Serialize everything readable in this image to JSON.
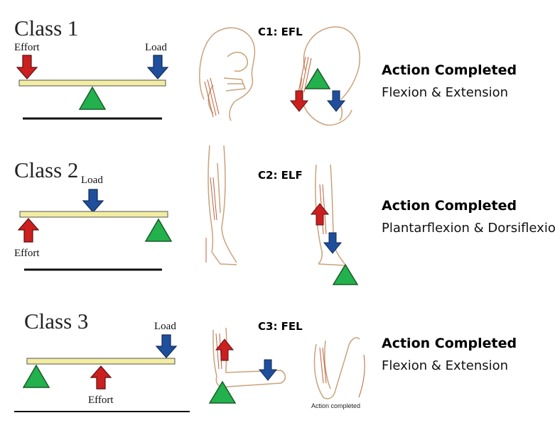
{
  "rows": [
    {
      "class_label": "Class 1",
      "left_label": "Effort",
      "right_label": "Load",
      "code": "C1: EFL",
      "action_title": "Action Completed",
      "action_desc": "Flexion & Extension"
    },
    {
      "class_label": "Class 2",
      "top_label": "Load",
      "bottom_label": "Effort",
      "code": "C2: ELF",
      "action_title": "Action Completed",
      "action_desc": "Plantarflexion & Dorsiflexion"
    },
    {
      "class_label": "Class 3",
      "top_label": "Load",
      "bottom_label": "Effort",
      "code": "C3: FEL",
      "action_title": "Action Completed",
      "action_desc": "Flexion & Extension",
      "illustration_caption": "Action completed"
    }
  ],
  "colors": {
    "effort_arrow": "#cc1f1f",
    "load_arrow": "#1f4f9c",
    "fulcrum": "#22b14c",
    "lever_bar": "#f3eda2",
    "anatomy_line": "#c9a27a",
    "muscle": "#c0603a"
  },
  "icons": [
    "red-effort-arrow-icon",
    "blue-load-arrow-icon",
    "green-fulcrum-triangle-icon"
  ]
}
